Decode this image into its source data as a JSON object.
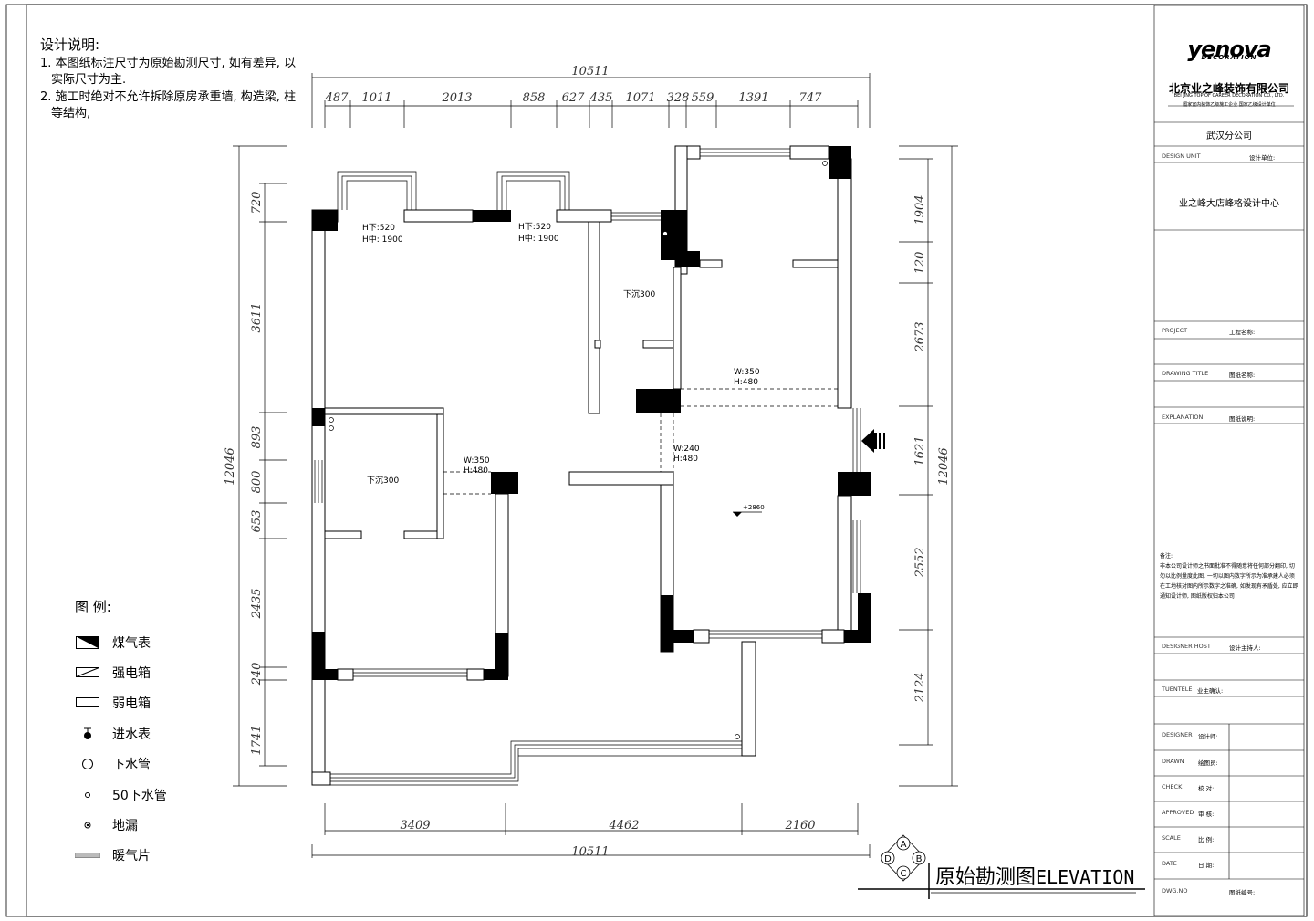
{
  "notes": {
    "title": "设计说明:",
    "line1": "1. 本图纸标注尺寸为原始勘测尺寸, 如有差异, 以",
    "line1b": "实际尺寸为主.",
    "line2": "2. 施工时绝对不允许拆除原房承重墙, 构造梁, 柱",
    "line2b": "等结构,"
  },
  "dims": {
    "top_total": "10511",
    "top": [
      "487",
      "1011",
      "2013",
      "858",
      "627",
      "435",
      "1071",
      "328",
      "559",
      "1391",
      "747"
    ],
    "bottom": [
      "3409",
      "4462",
      "2160"
    ],
    "bottom_total": "10511",
    "left": [
      "720",
      "3611",
      "893",
      "800",
      "653",
      "2435",
      "240",
      "1741"
    ],
    "left_total": "12046",
    "right": [
      "1904",
      "120",
      "2673",
      "1621",
      "2552",
      "2124"
    ],
    "right_total": "12046"
  },
  "labels": {
    "win1_h1": "H下:520",
    "win1_h2": "H中: 1900",
    "win2_h1": "H下:520",
    "win2_h2": "H中: 1900",
    "sink1": "下沉300",
    "sink2": "下沉300",
    "beam1_w": "W:350",
    "beam1_h": "H:480",
    "beam2_w": "W:350",
    "beam2_h": "H:480",
    "beam3_w": "W:240",
    "beam3_h": "H:480",
    "level": "+2860"
  },
  "legend": {
    "title": "图 例:",
    "items": [
      {
        "label": "煤气表",
        "icon": "gas-meter-icon"
      },
      {
        "label": "强电箱",
        "icon": "strong-electric-box-icon"
      },
      {
        "label": "弱电箱",
        "icon": "weak-electric-box-icon"
      },
      {
        "label": "进水表",
        "icon": "water-meter-icon"
      },
      {
        "label": "下水管",
        "icon": "drain-pipe-icon"
      },
      {
        "label": "50下水管",
        "icon": "drain-pipe-50-icon"
      },
      {
        "label": "地漏",
        "icon": "floor-drain-icon"
      },
      {
        "label": "暖气片",
        "icon": "radiator-icon"
      }
    ]
  },
  "drawing_title": {
    "cn": "原始勘测图",
    "en": "ELEVATION",
    "compass": [
      "D",
      "A",
      "B",
      "C"
    ]
  },
  "title_block": {
    "logo": "yenova",
    "logo_sub": "DECORATION",
    "company": "北京业之峰装饰有限公司",
    "company_en": "BEI JING TOP OF CAREER DECORATION CO., LTD.",
    "qualification": "国家室内装饰乙级施工企业  国家乙级设计单位",
    "branch": "武汉分公司",
    "design_unit_en": "DESIGN UNIT",
    "design_unit_cn": "设计单位:",
    "design_center": "业之峰大店峰格设计中心",
    "project_en": "PROJECT",
    "project_cn": "工程名称:",
    "drawing_title_en": "DRAWING TITLE",
    "drawing_title_cn": "图纸名称:",
    "explanation_en": "EXPLANATION",
    "explanation_cn": "图纸说明:",
    "remark_title": "备注:",
    "remark": "非本公司设计师之书面批准不得随意将任何部分翻印, 切勿以比例量度此图, 一切以图内数字所示为准承建人必须在工地核对图内所示数字之准确, 如发现有矛盾处, 应立即通知设计师, 图纸版权归本公司",
    "designer_host_en": "DESIGNER HOST",
    "designer_host_cn": "设计主持人:",
    "client_en": "TUENTELE",
    "client_cn": "业主确认:",
    "designer_en": "DESIGNER",
    "designer_cn": "设计师:",
    "drawn_en": "DRAWN",
    "drawn_cn": "绘图员:",
    "check_en": "CHECK",
    "check_cn": "校  对:",
    "approved_en": "APPROVED",
    "approved_cn": "审  核:",
    "scale_en": "SCALE",
    "scale_cn": "比  例:",
    "date_en": "DATE",
    "date_cn": "日  期:",
    "dwg_en": "DWG.NO",
    "dwg_cn": "图纸编号:"
  }
}
